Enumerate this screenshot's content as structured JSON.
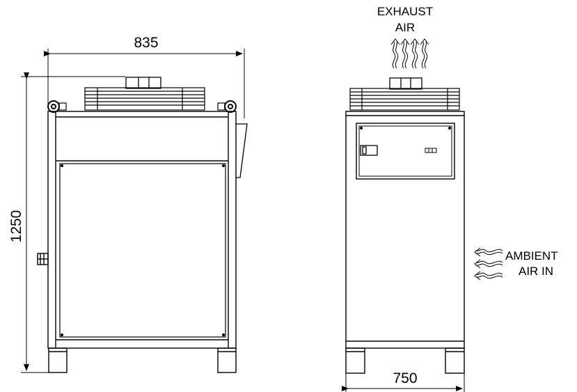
{
  "dimensions": {
    "front_width": "835",
    "front_height": "1250",
    "side_width": "750"
  },
  "labels": {
    "exhaust_line1": "EXHAUST",
    "exhaust_line2": "AIR",
    "ambient_line1": "AMBIENT",
    "ambient_line2": "AIR IN"
  },
  "colors": {
    "stroke": "#000000",
    "background": "#ffffff"
  }
}
